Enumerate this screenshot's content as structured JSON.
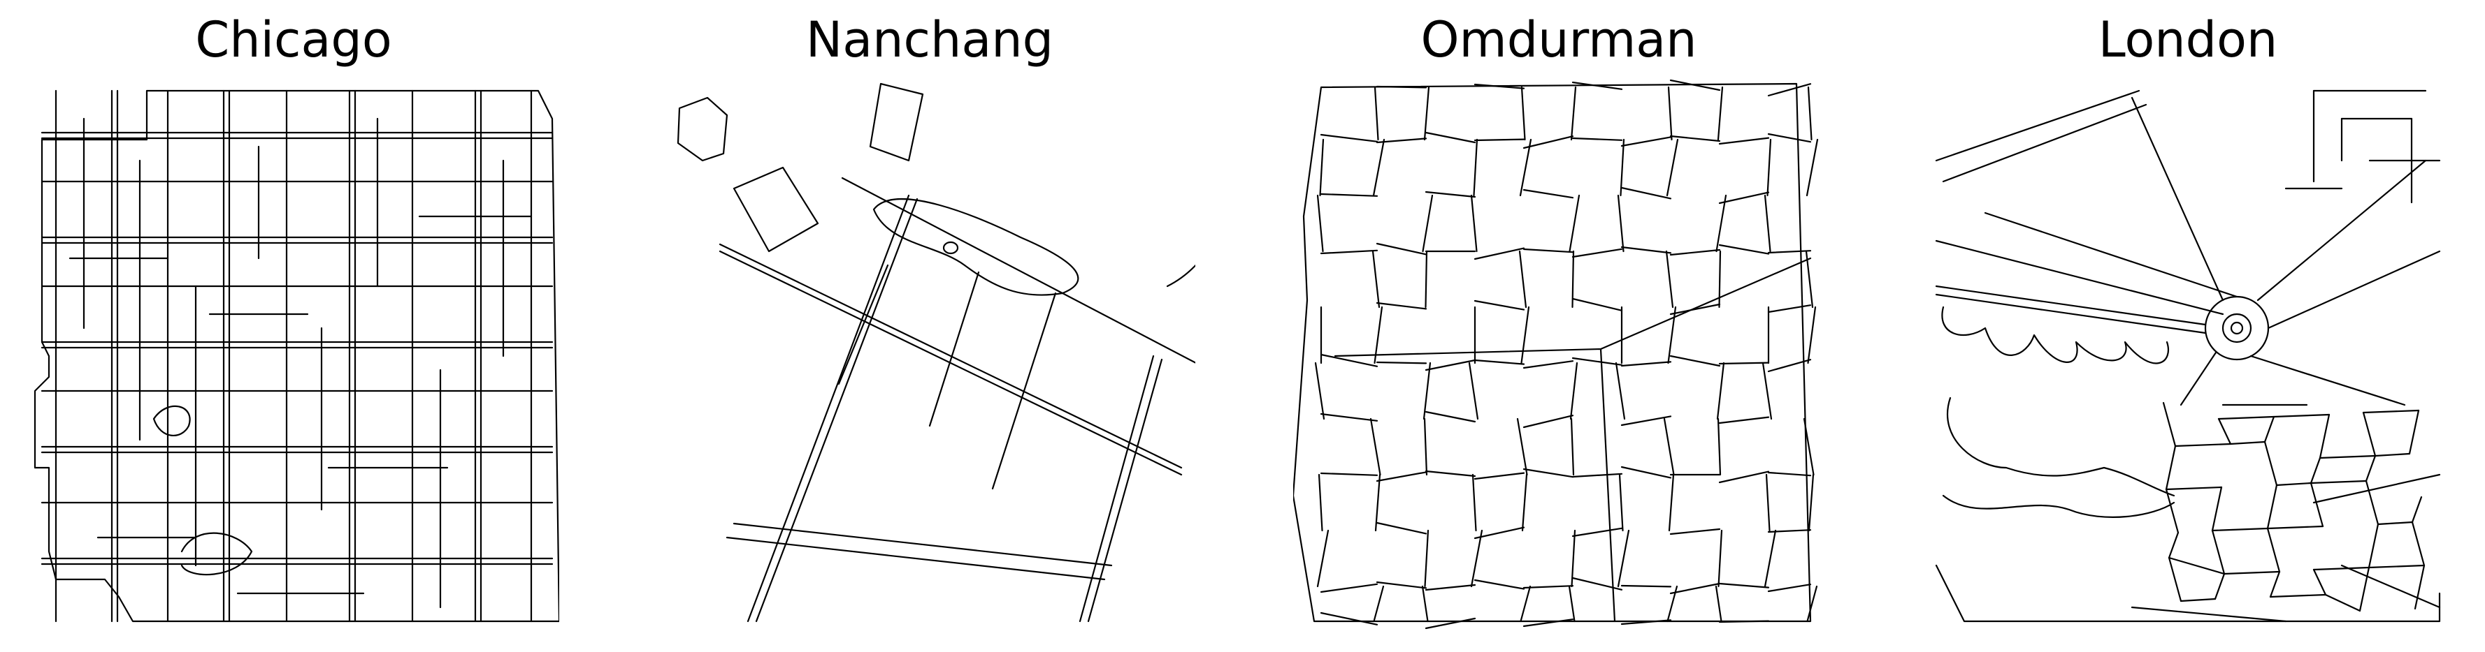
{
  "panels": [
    {
      "title": "Chicago"
    },
    {
      "title": "Nanchang"
    },
    {
      "title": "Omdurman"
    },
    {
      "title": "London"
    }
  ],
  "stroke_color": "#000000",
  "background_color": "#ffffff"
}
